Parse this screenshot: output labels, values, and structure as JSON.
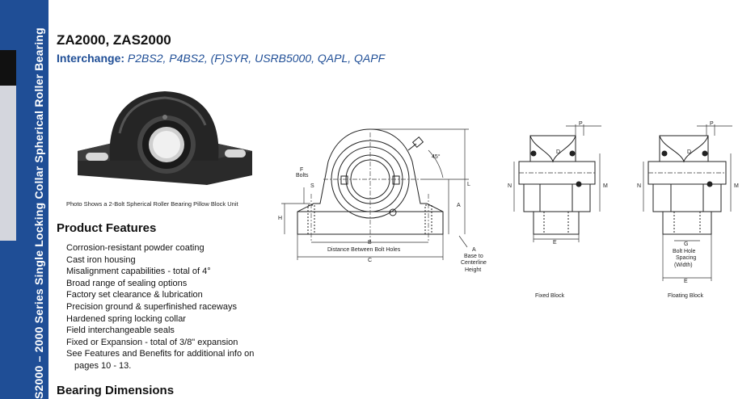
{
  "sidebar": {
    "text": "S2000 – 2000 Series Single Locking Collar Spherical Roller Bearing"
  },
  "header": {
    "title": "ZA2000, ZAS2000",
    "interchange_label": "Interchange:",
    "interchange_value": "P2BS2, P4BS2, (F)SYR, USRB5000, QAPL, QAPF"
  },
  "photo": {
    "caption": "Photo Shows a 2-Bolt Spherical Roller Bearing Pillow Block Unit"
  },
  "features": {
    "heading": "Product Features",
    "items": [
      "Corrosion-resistant powder coating",
      "Cast iron housing",
      "Misalignment capabilities - total of 4°",
      "Broad range of sealing options",
      "Factory set clearance & lubrication",
      "Precision ground & superfinished raceways",
      "Hardened spring locking collar",
      "Field interchangeable seals",
      "Fixed or Expansion - total of 3/8\" expansion",
      "See Features and Benefits for additional info on",
      "pages 10 - 13."
    ]
  },
  "dimensions": {
    "heading": "Bearing Dimensions"
  },
  "diagram": {
    "labels": {
      "f_bolts_1": "F",
      "f_bolts_2": "Bolts",
      "s": "S",
      "h": "H",
      "a": "A",
      "l": "L",
      "b": "B",
      "c": "C",
      "angle": "45°",
      "dist_bolt_holes": "Distance Between Bolt Holes",
      "base_a": "A",
      "base_1": "Base to",
      "base_2": "Centerline",
      "base_3": "Height",
      "fx_p": "P",
      "fx_d": "D",
      "fx_n": "N",
      "fx_m": "M",
      "fx_e": "E",
      "fixed_caption": "Fixed Block",
      "fl_p": "P",
      "fl_d": "D",
      "fl_n": "N",
      "fl_m": "M",
      "fl_g": "G",
      "fl_e": "E",
      "bolt_1": "Bolt Hole",
      "bolt_2": "Spacing",
      "bolt_3": "(Width)",
      "floating_caption": "Floating Block"
    }
  }
}
